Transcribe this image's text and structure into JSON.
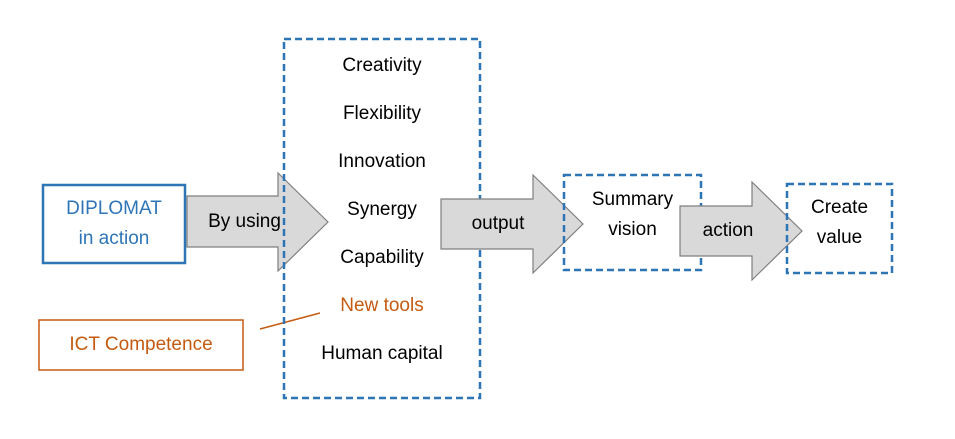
{
  "colors": {
    "blue_border": "#2E75B6",
    "blue_text": "#2E75B6",
    "orange": "#C55A11",
    "arrow_fill": "#D9D9D9",
    "arrow_stroke": "#7F7F7F",
    "text": "#000000"
  },
  "diplomat_box": {
    "line1": "DIPLOMAT",
    "line2": "in action"
  },
  "ict_box": {
    "label": "ICT Competence"
  },
  "arrows": {
    "by_using": "By using",
    "output": "output",
    "action": "action"
  },
  "qualities": [
    "Creativity",
    "Flexibility",
    "Innovation",
    "Synergy",
    "Capability",
    "New tools",
    "Human capital"
  ],
  "summary_box": {
    "line1": "Summary",
    "line2": "vision"
  },
  "value_box": {
    "line1": "Create",
    "line2": "value"
  }
}
